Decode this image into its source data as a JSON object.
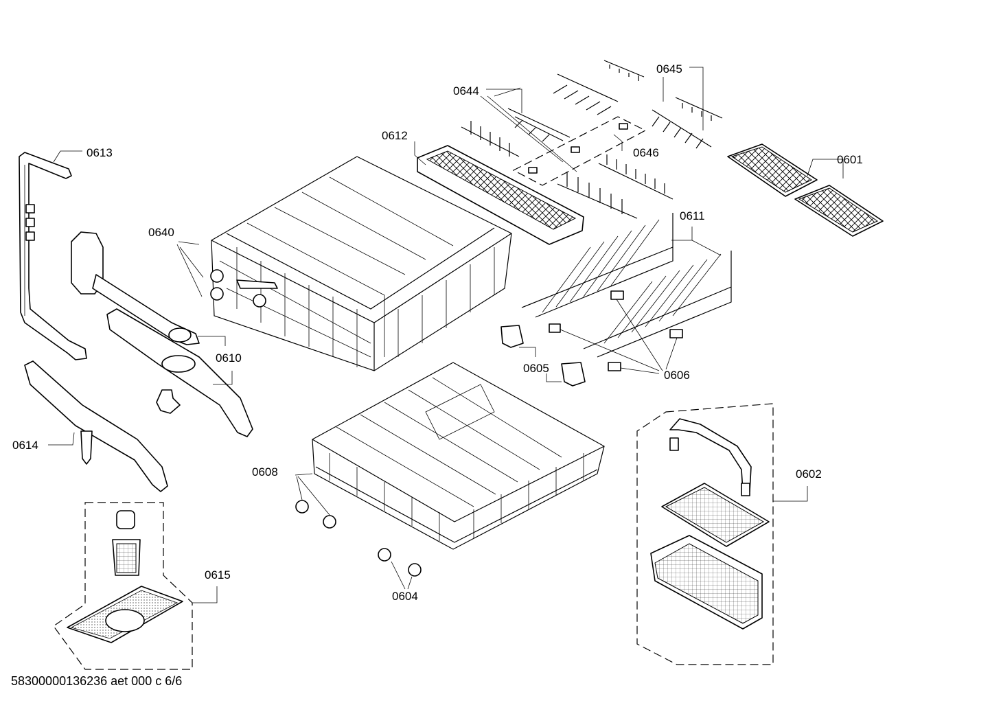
{
  "labels": {
    "p0601": "0601",
    "p0602": "0602",
    "p0604": "0604",
    "p0605": "0605",
    "p0606": "0606",
    "p0608": "0608",
    "p0610": "0610",
    "p0611": "0611",
    "p0612": "0612",
    "p0613": "0613",
    "p0614": "0614",
    "p0615": "0615",
    "p0640": "0640",
    "p0644": "0644",
    "p0645": "0645",
    "p0646": "0646"
  },
  "footer": "58300000136236 aet 000 c 6/6",
  "colors": {
    "ink": "#000000",
    "background": "#ffffff"
  }
}
